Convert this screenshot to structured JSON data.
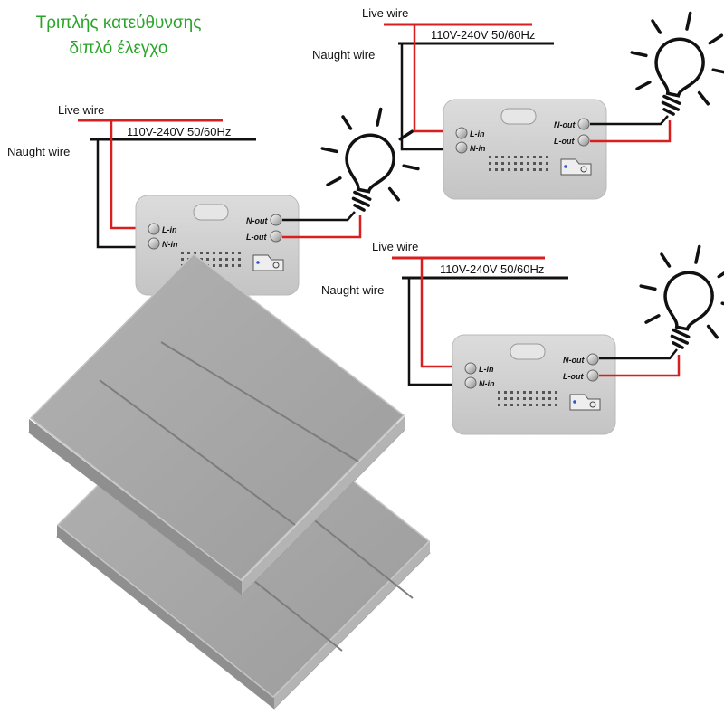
{
  "title": {
    "line1": "Τριπλής κατεύθυνσης",
    "line2": "διπλό έλεγχο"
  },
  "colors": {
    "title": "#2aa52a",
    "live_wire": "#d81e1e",
    "neutral_wire": "#111111",
    "device_body": "#cfcfcf",
    "panel_face": "#a4a4a4"
  },
  "circuits": [
    {
      "live_label": "Live wire",
      "neutral_label": "Naught wire",
      "voltage_label": "110V-240V 50/60Hz",
      "module": {
        "l_in": "L-in",
        "n_in": "N-in",
        "n_out": "N-out",
        "l_out": "L-out"
      },
      "lamp_icon": "light-bulb-icon"
    },
    {
      "live_label": "Live wire",
      "neutral_label": "Naught wire",
      "voltage_label": "110V-240V 50/60Hz",
      "module": {
        "l_in": "L-in",
        "n_in": "N-in",
        "n_out": "N-out",
        "l_out": "L-out"
      },
      "lamp_icon": "light-bulb-icon"
    },
    {
      "live_label": "Live wire",
      "neutral_label": "Naught wire",
      "voltage_label": "110V-240V 50/60Hz",
      "module": {
        "l_in": "L-in",
        "n_in": "N-in",
        "n_out": "N-out",
        "l_out": "L-out"
      },
      "lamp_icon": "light-bulb-icon"
    }
  ],
  "switch_panels": [
    {
      "name": "three-gang-wall-switch",
      "gangs": 3
    },
    {
      "name": "three-gang-wall-switch",
      "gangs": 3
    }
  ]
}
